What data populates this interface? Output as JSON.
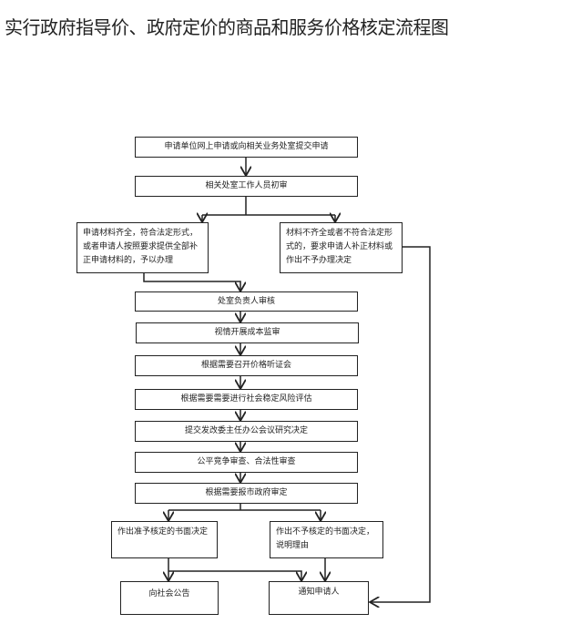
{
  "title": "实行政府指导价、政府定价的商品和服务价格核定流程图",
  "steps": {
    "s1": "申请单位网上申请或向相关业务处室提交申请",
    "s2": "相关处室工作人员初审",
    "s3": "申请材料齐全，符合法定形式，或者申请人按照要求提供全部补正申请材料的，予以办理",
    "s4": "材料不齐全或者不符合法定形式的，要求申请人补正材料或作出不予办理决定",
    "s5": "处室负责人审核",
    "s6": "视情开展成本监审",
    "s7": "根据需要召开价格听证会",
    "s8": "根据需要需要进行社会稳定风险评估",
    "s9": "提交发改委主任办公会议研究决定",
    "s10": "公平竞争审查、合法性审查",
    "s11": "根据需要报市政府审定",
    "s12": "作出准予核定的书面决定",
    "s13": "作出不予核定的书面决定，说明理由",
    "s14": "向社会公告",
    "s15": "通知申请人"
  }
}
